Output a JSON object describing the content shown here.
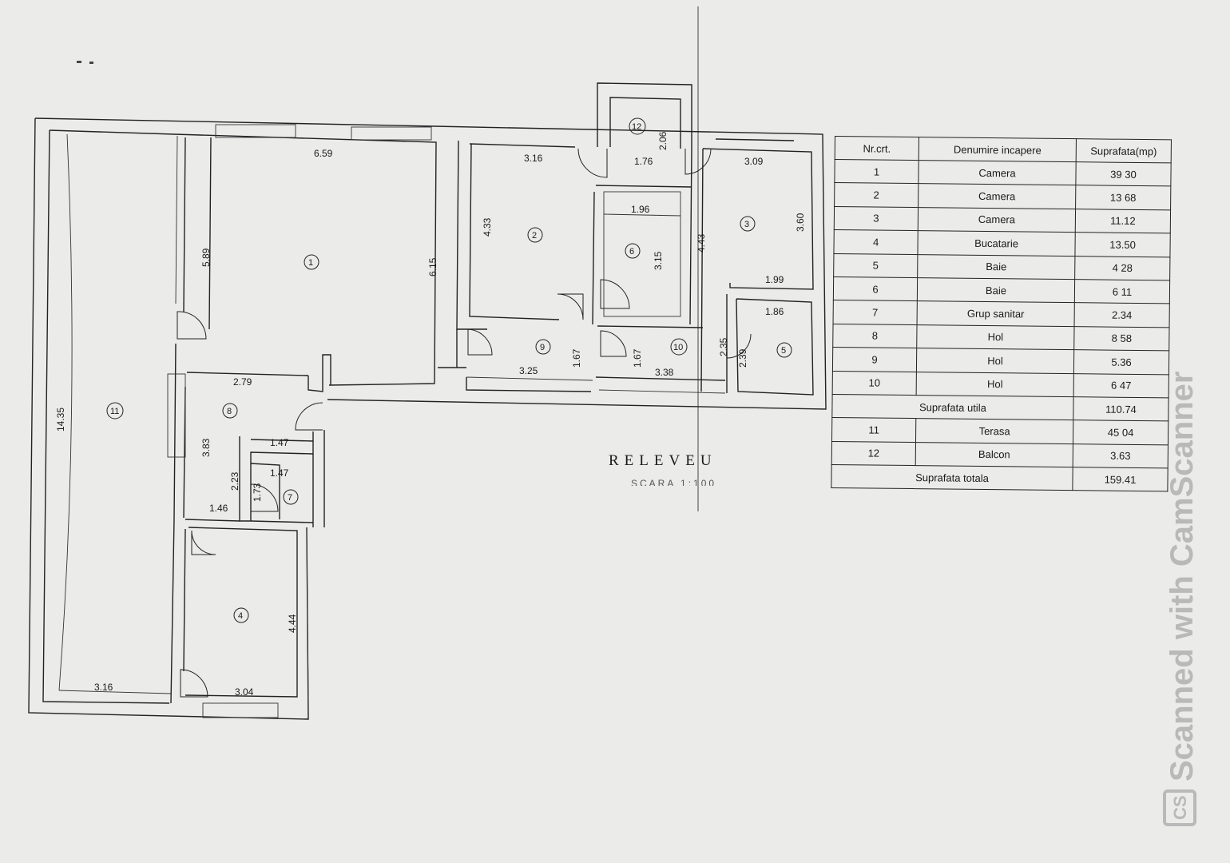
{
  "plan": {
    "title": "RELEVEU",
    "scale_partial": "SCARA 1:100",
    "dimensions": [
      "6.59",
      "3.16",
      "1.76",
      "3.09",
      "2.06",
      "1.96",
      "3.15",
      "4.33",
      "6.15",
      "5.89",
      "4.43",
      "3.60",
      "1.99",
      "1.86",
      "2.35",
      "2.39",
      "1.67",
      "1.67",
      "3.25",
      "3.38",
      "2.79",
      "3.83",
      "1.47",
      "1.47",
      "2.23",
      "1.73",
      "1.46",
      "14.35",
      "4.44",
      "3.16",
      "3.04"
    ],
    "room_labels": [
      "1",
      "2",
      "3",
      "4",
      "5",
      "6",
      "7",
      "8",
      "9",
      "10",
      "11",
      "12"
    ]
  },
  "table": {
    "headers": [
      "Nr.crt.",
      "Denumire incapere",
      "Suprafata(mp)"
    ],
    "rows": [
      {
        "nr": "1",
        "name": "Camera",
        "area": "39 30"
      },
      {
        "nr": "2",
        "name": "Camera",
        "area": "13 68"
      },
      {
        "nr": "3",
        "name": "Camera",
        "area": "11.12"
      },
      {
        "nr": "4",
        "name": "Bucatarie",
        "area": "13.50"
      },
      {
        "nr": "5",
        "name": "Baie",
        "area": "4 28"
      },
      {
        "nr": "6",
        "name": "Baie",
        "area": "6 11"
      },
      {
        "nr": "7",
        "name": "Grup sanitar",
        "area": "2.34"
      },
      {
        "nr": "8",
        "name": "Hol",
        "area": "8 58"
      },
      {
        "nr": "9",
        "name": "Hol",
        "area": "5.36"
      },
      {
        "nr": "10",
        "name": "Hol",
        "area": "6 47"
      }
    ],
    "subtotal": {
      "label": "Suprafata utila",
      "area": "110.74"
    },
    "extra_rows": [
      {
        "nr": "11",
        "name": "Terasa",
        "area": "45 04"
      },
      {
        "nr": "12",
        "name": "Balcon",
        "area": "3.63"
      }
    ],
    "total": {
      "label": "Suprafata totala",
      "area": "159.41"
    }
  },
  "watermark": {
    "text": "Scanned with CamScanner",
    "logo": "CS"
  }
}
